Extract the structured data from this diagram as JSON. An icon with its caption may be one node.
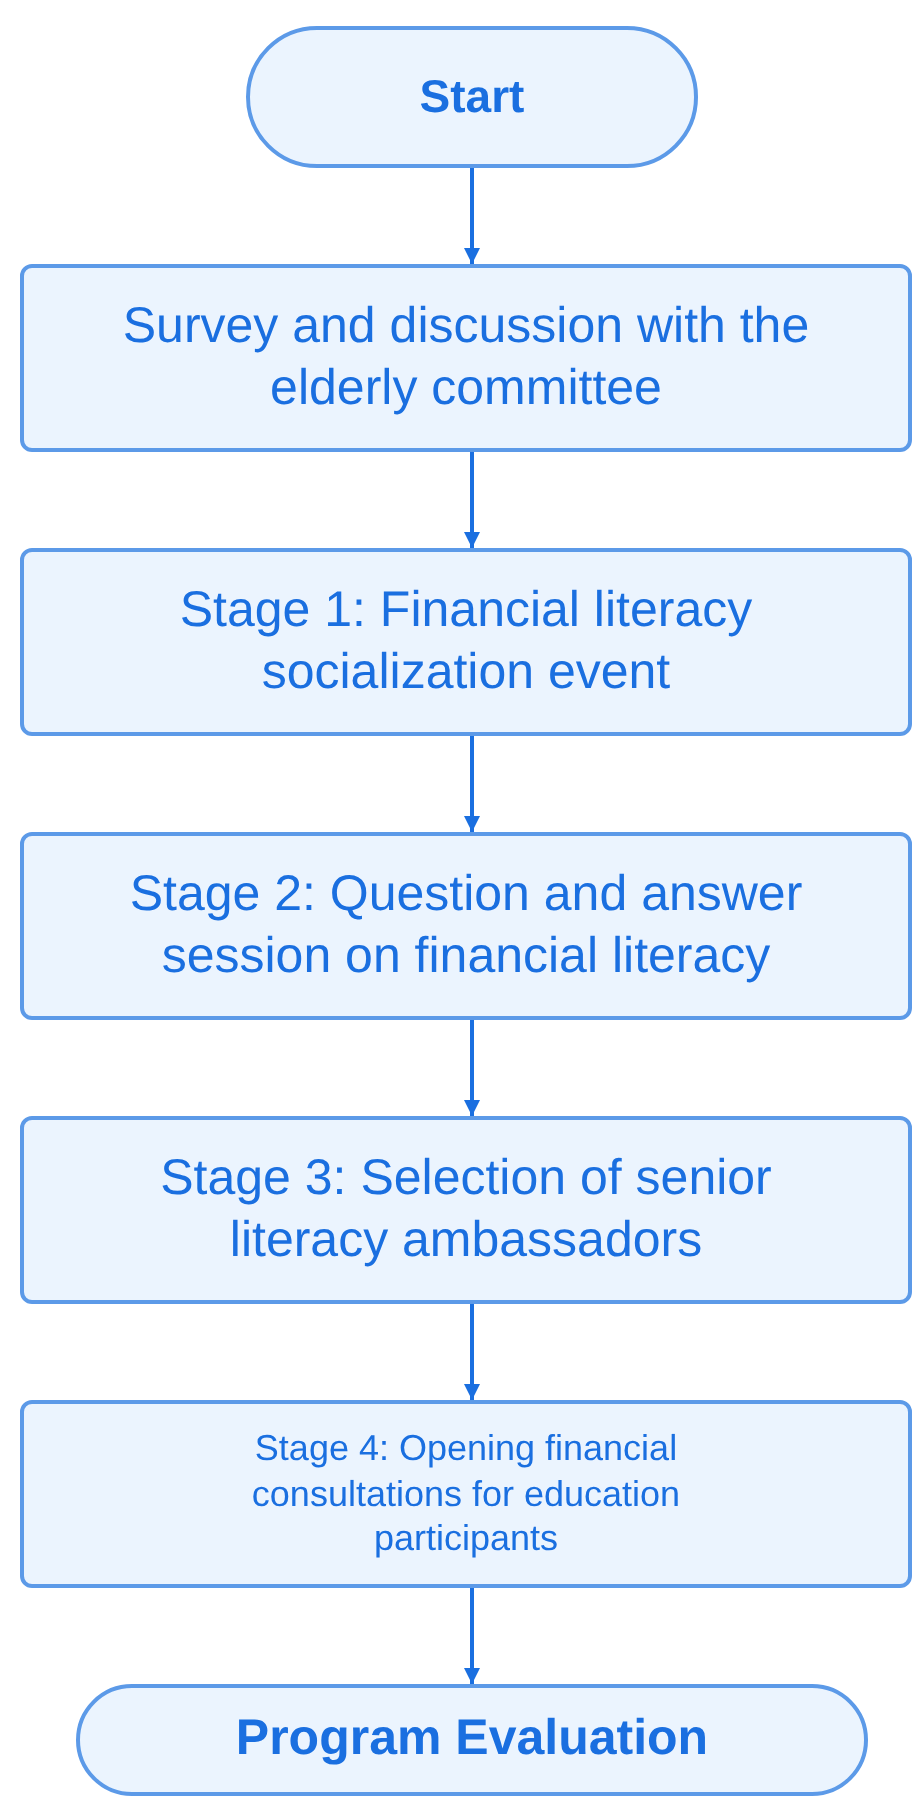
{
  "diagram": {
    "nodes": [
      {
        "text": [
          "Start"
        ]
      },
      {
        "text": [
          "Survey and discussion with the elderly committee"
        ]
      },
      {
        "text": [
          "Stage 1: Financial literacy socialization event"
        ]
      },
      {
        "text": [
          "Stage 2: Question and answer session on financial literacy"
        ]
      },
      {
        "text": [
          "Stage 3: Selection of senior literacy ambassadors"
        ]
      },
      {
        "text": [
          "Stage 4: Opening financial consultations for education participants"
        ]
      },
      {
        "text": [
          "Program Evaluation"
        ]
      }
    ],
    "edges": [
      {
        "from": 0,
        "to": 1,
        "arrow": "to"
      },
      {
        "from": 1,
        "to": 2,
        "arrow": "to"
      },
      {
        "from": 2,
        "to": 3,
        "arrow": "to"
      },
      {
        "from": 3,
        "to": 4,
        "arrow": "to"
      },
      {
        "from": 4,
        "to": 5,
        "arrow": "to"
      },
      {
        "from": 5,
        "to": 6,
        "arrow": "to"
      }
    ]
  }
}
